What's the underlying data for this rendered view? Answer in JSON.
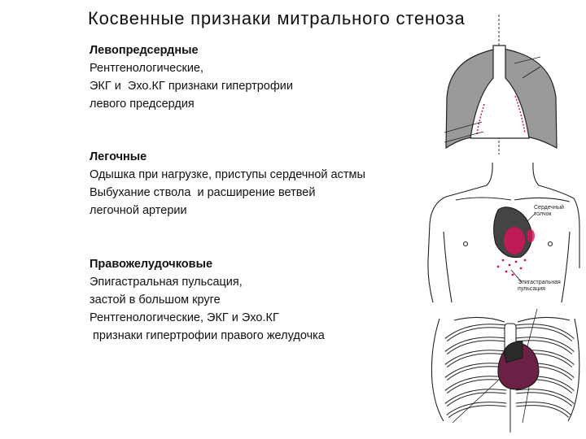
{
  "title": "Косвенные признаки митрального стеноза",
  "sections": [
    {
      "heading": "Левопредсердные",
      "lines": [
        "Рентгенологические,",
        "ЭКГ и  Эхо.КГ признаки гипертрофии",
        "левого предсердия"
      ]
    },
    {
      "heading": "Легочные",
      "lines": [
        "Одышка при нагрузке, приступы сердечной астмы",
        "Выбухание ствола  и расширение ветвей",
        "легочной артерии"
      ]
    },
    {
      "heading": "Правожелудочковые",
      "lines": [
        "Эпигастральная пульсация,",
        "застой в большом круге",
        "Рентгенологические, ЭКГ и Эхо.КГ",
        " признаки гипертрофии правого желудочка"
      ]
    }
  ],
  "figure_labels": {
    "cardiac_impulse": "Сердечный толчок",
    "epigastric_pulsation": "Эпигастральная пульсация"
  },
  "colors": {
    "lung_gray": "#9a9a9a",
    "highlight_pink": "#d4145a",
    "heart_dark": "#444444",
    "heart_purple": "#6b2146"
  }
}
